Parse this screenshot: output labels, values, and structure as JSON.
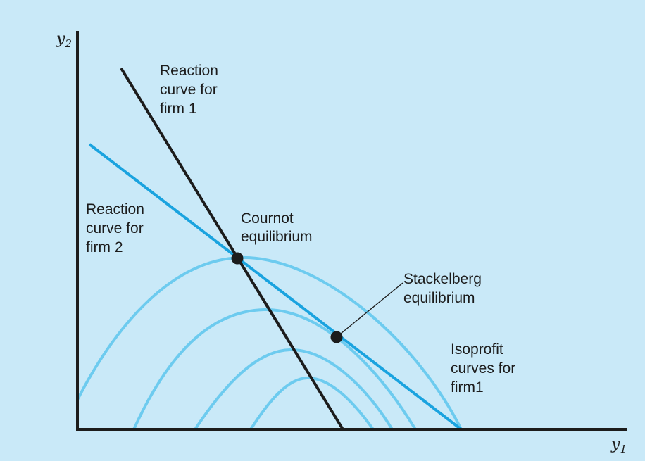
{
  "axes": {
    "y_label": "y",
    "y_sub": "2",
    "x_label": "y",
    "x_sub": "1"
  },
  "labels": {
    "reaction_firm1": [
      "Reaction",
      "curve for",
      "firm 1"
    ],
    "reaction_firm2": [
      "Reaction",
      "curve for",
      "firm 2"
    ],
    "cournot": [
      "Cournot",
      "equilibrium"
    ],
    "stackelberg": [
      "Stackelberg",
      "equilibrium"
    ],
    "isoprofit": [
      "Isoprofit",
      "curves for",
      "firm1"
    ]
  },
  "colors": {
    "background": "#c9e9f8",
    "axis": "#1c1c1c",
    "reaction_firm1": "#1c1c1c",
    "reaction_firm2": "#1aa3df",
    "isoprofit": "#6dcbef",
    "point": "#1c1c1c"
  }
}
